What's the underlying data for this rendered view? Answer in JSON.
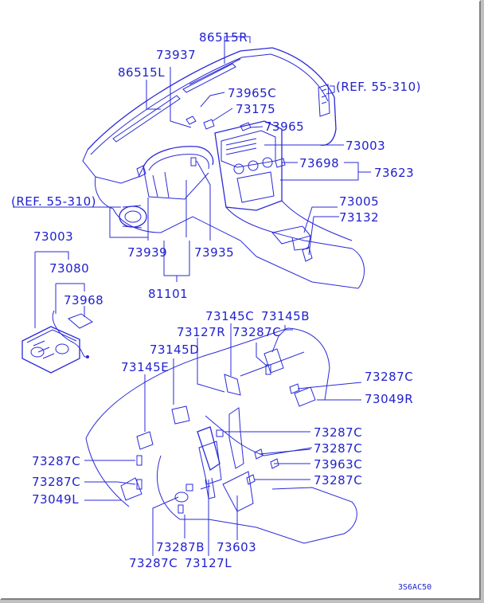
{
  "labels": {
    "l_86515R": "86515R",
    "l_73937": "73937",
    "l_86515L": "86515L",
    "l_73965C": "73965C",
    "l_ref_top": "(REF. 55-310)",
    "l_73175": "73175",
    "l_73965": "73965",
    "l_73003_top": "73003",
    "l_73698": "73698",
    "l_73623": "73623",
    "l_ref_left": "(REF. 55-310)",
    "l_73005": "73005",
    "l_73132": "73132",
    "l_73003_left": "73003",
    "l_73080": "73080",
    "l_73968": "73968",
    "l_73939": "73939",
    "l_73935": "73935",
    "l_81101": "81101",
    "l_73145C": "73145C",
    "l_73145B": "73145B",
    "l_73127R": "73127R",
    "l_73287C_a": "73287C",
    "l_73145D": "73145D",
    "l_73145E": "73145E",
    "l_73287C_b": "73287C",
    "l_73049R": "73049R",
    "l_73287C_c": "73287C",
    "l_73287C_d": "73287C",
    "l_73963C": "73963C",
    "l_73287C_e": "73287C",
    "l_73287C_f": "73287C",
    "l_73287C_g": "73287C",
    "l_73049L": "73049L",
    "l_73287B": "73287B",
    "l_73603": "73603",
    "l_73287C_h": "73287C",
    "l_73127L": "73127L",
    "drawing_code": "3S6AC50"
  },
  "colors": {
    "line": "#2a2ad8",
    "text": "#2020d0",
    "background": "#ffffff",
    "window": "#c0c0c0"
  }
}
